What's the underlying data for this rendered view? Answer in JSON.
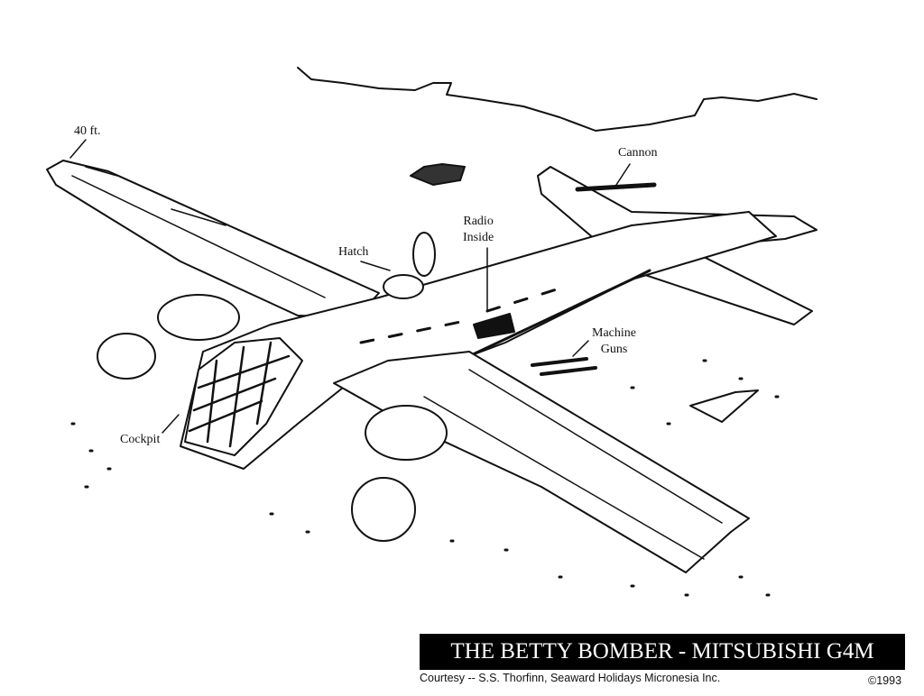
{
  "labels": {
    "length": "40 ft.",
    "cannon": "Cannon",
    "radio_line1": "Radio",
    "radio_line2": "Inside",
    "hatch": "Hatch",
    "guns_line1": "Machine",
    "guns_line2": "Guns",
    "cockpit": "Cockpit"
  },
  "caption": {
    "title": "THE BETTY BOMBER - MITSUBISHI G4M",
    "credit": "Courtesy -- S.S. Thorfinn, Seaward Holidays Micronesia Inc.",
    "copyright": "©1993"
  }
}
